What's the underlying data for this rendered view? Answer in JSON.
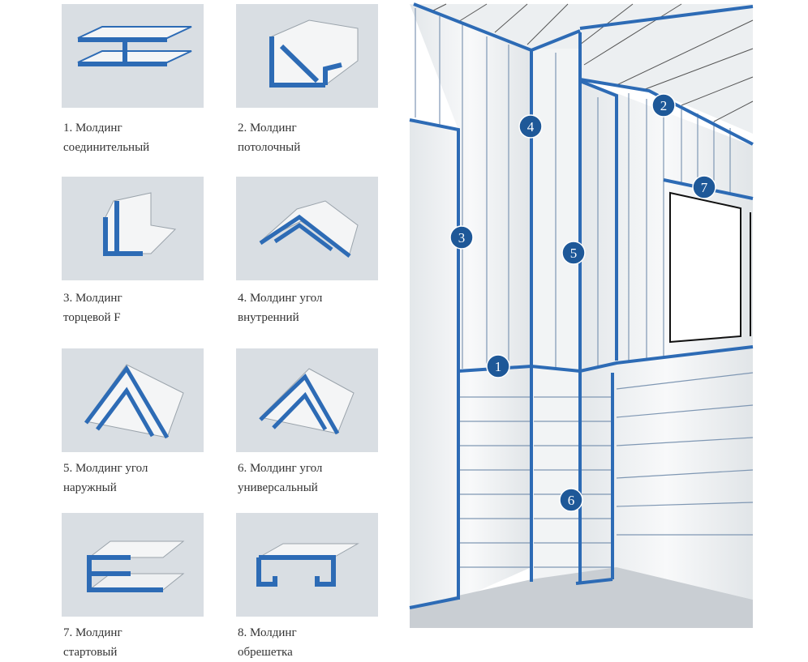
{
  "colors": {
    "accent": "#2d6bb5",
    "badge": "#1e5898",
    "tile": "#d9dee3"
  },
  "items": [
    {
      "num": "1. Молдинг",
      "name": "соединительный"
    },
    {
      "num": "2. Молдинг",
      "name": "потолочный"
    },
    {
      "num": "3. Молдинг",
      "name": "торцевой F"
    },
    {
      "num": "4. Молдинг угол",
      "name": "внутренний"
    },
    {
      "num": "5. Молдинг угол",
      "name": "наружный"
    },
    {
      "num": "6. Молдинг угол",
      "name": "универсальный"
    },
    {
      "num": "7. Молдинг",
      "name": "стартовый"
    },
    {
      "num": "8. Молдинг",
      "name": "обрешетка"
    }
  ],
  "badges": [
    "1",
    "2",
    "3",
    "4",
    "5",
    "6",
    "7"
  ]
}
